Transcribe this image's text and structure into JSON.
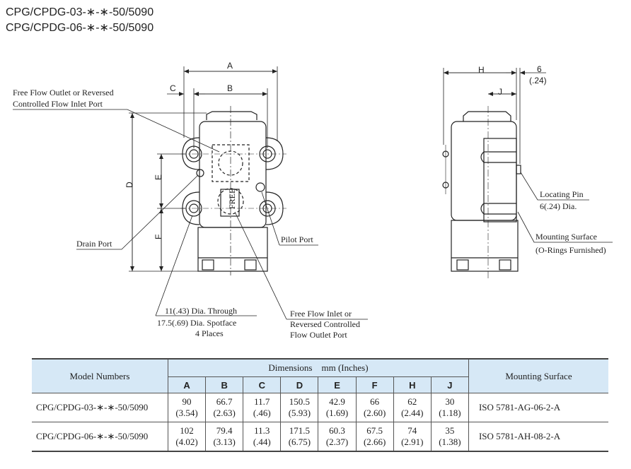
{
  "header": {
    "line1": "CPG/CPDG-03-∗-∗-50/5090",
    "line2": "CPG/CPDG-06-∗-∗-50/5090"
  },
  "drawing": {
    "dim_letters": {
      "A": "A",
      "B": "B",
      "C": "C",
      "D": "D",
      "E": "E",
      "F": "F",
      "H": "H",
      "J": "J"
    },
    "dim_6_line1": "6",
    "dim_6_line2": "(.24)",
    "free_flow_outlet_line1": "Free Flow Outlet or Reversed",
    "free_flow_outlet_line2": "Controlled Flow Inlet Port",
    "drain_port": "Drain Port",
    "pilot_port": "Pilot Port",
    "hole_line1": "11(.43) Dia. Through",
    "hole_line2": "17.5(.69) Dia. Spotface",
    "hole_line3": "4 Places",
    "free_flow_inlet_line1": "Free Flow Inlet or",
    "free_flow_inlet_line2": "Reversed Controlled",
    "free_flow_inlet_line3": "Flow Outlet Port",
    "locating_pin_line1": "Locating Pin",
    "locating_pin_line2": "6(.24) Dia.",
    "mounting_surface_line1": "Mounting Surface",
    "mounting_surface_line2": "(O-Rings Furnished)",
    "body_marking": "FREE"
  },
  "table": {
    "col_model": "Model Numbers",
    "col_dimensions": "Dimensions    mm (Inches)",
    "col_mounting": "Mounting Surface",
    "dim_headers": [
      "A",
      "B",
      "C",
      "D",
      "E",
      "F",
      "H",
      "J"
    ],
    "rows": [
      {
        "model": "CPG/CPDG-03-∗-∗-50/5090",
        "mm": [
          "90",
          "66.7",
          "11.7",
          "150.5",
          "42.9",
          "66",
          "62",
          "30"
        ],
        "inch": [
          "(3.54)",
          "(2.63)",
          "(.46)",
          "(5.93)",
          "(1.69)",
          "(2.60)",
          "(2.44)",
          "(1.18)"
        ],
        "mounting": "ISO 5781-AG-06-2-A"
      },
      {
        "model": "CPG/CPDG-06-∗-∗-50/5090",
        "mm": [
          "102",
          "79.4",
          "11.3",
          "171.5",
          "60.3",
          "67.5",
          "74",
          "35"
        ],
        "inch": [
          "(4.02)",
          "(3.13)",
          "(.44)",
          "(6.75)",
          "(2.37)",
          "(2.66)",
          "(2.91)",
          "(1.38)"
        ],
        "mounting": "ISO 5781-AH-08-2-A"
      }
    ]
  }
}
